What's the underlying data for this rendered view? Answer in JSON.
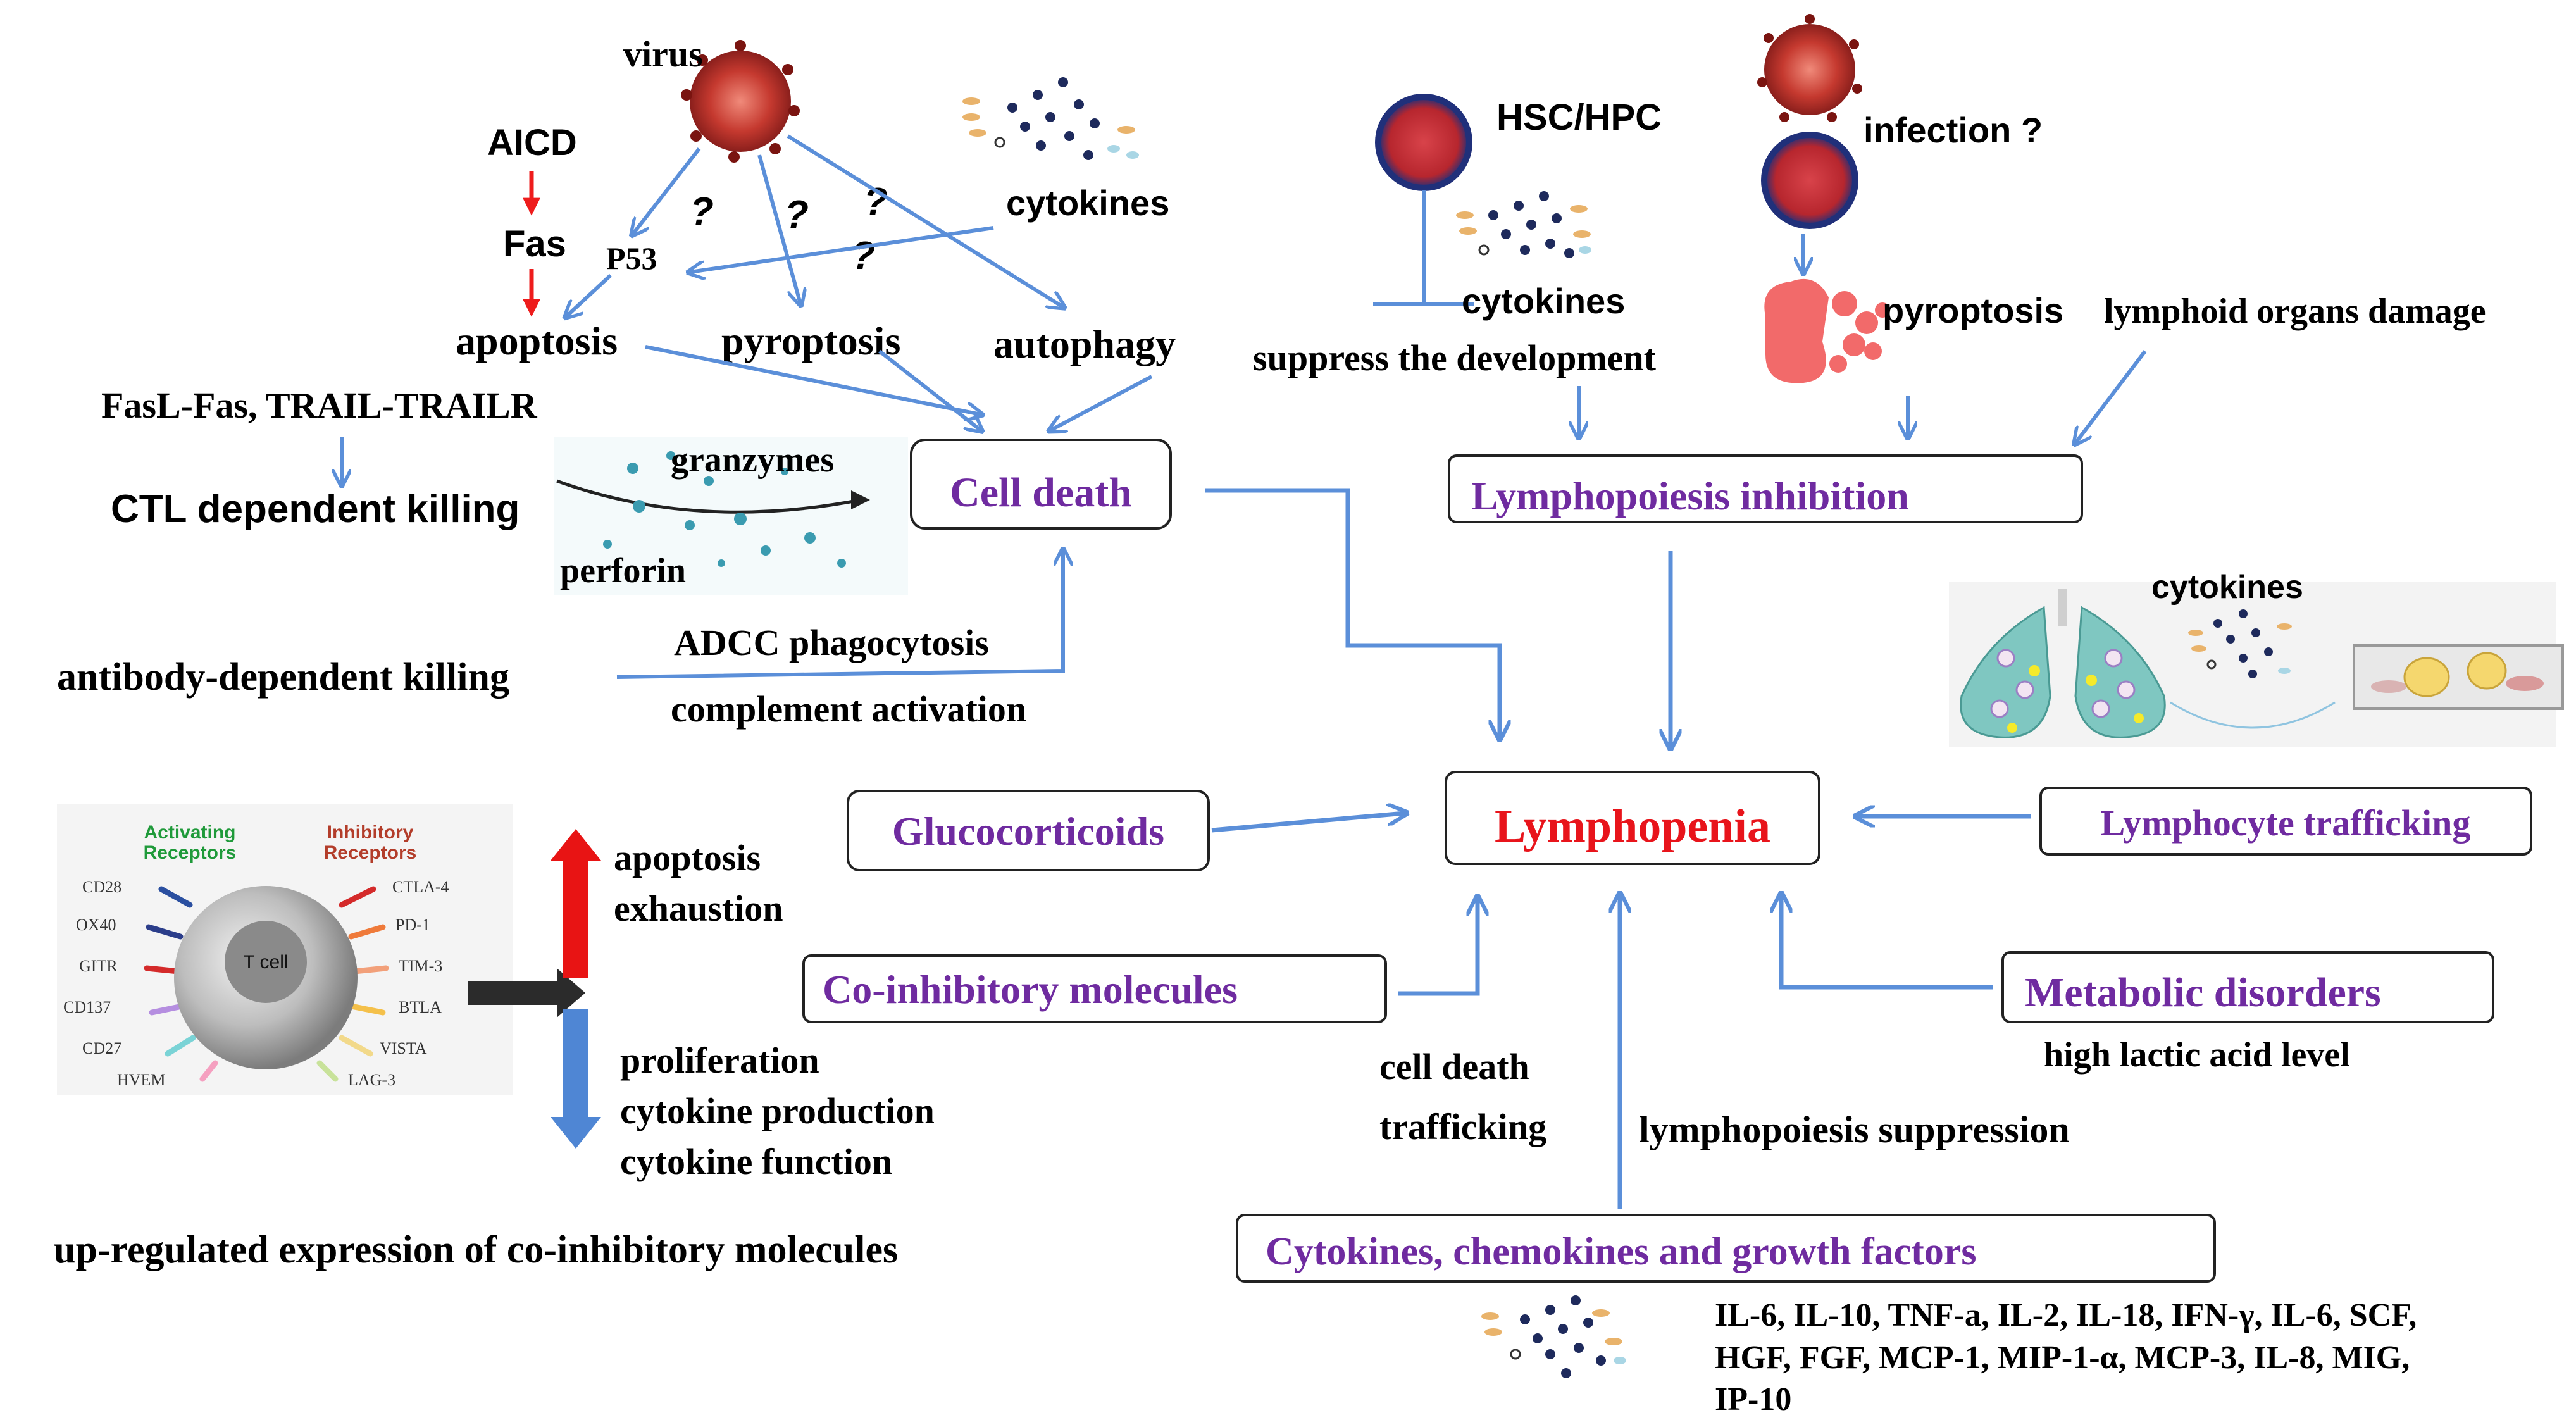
{
  "colors": {
    "arrow": "#5b8fd9",
    "red_arrow": "#ee1c1c",
    "box_purple": "#6f2ba0",
    "lymphopenia_red": "#e8141b",
    "black": "#000000"
  },
  "top_left": {
    "virus": "virus",
    "aicd": "AICD",
    "fas": "Fas",
    "p53": "P53",
    "apoptosis": "apoptosis",
    "pyroptosis": "pyroptosis",
    "autophagy": "autophagy",
    "cytokines": "cytokines",
    "question_marks": [
      "?",
      "?",
      "?",
      "?"
    ],
    "fasl": "FasL-Fas, TRAIL-TRAILR",
    "ctl": "CTL dependent killing",
    "granzymes": "granzymes",
    "perforin": "perforin",
    "cell_death": "Cell death",
    "antibody": "antibody-dependent killing",
    "adcc": "ADCC  phagocytosis",
    "complement": "complement activation"
  },
  "top_right": {
    "hsc": "HSC/HPC",
    "infection": "infection ?",
    "cytokines": "cytokines",
    "suppress": "suppress the development",
    "pyroptosis": "pyroptosis",
    "lymphoid": "lymphoid organs damage",
    "lymphopoiesis_inhibition": "Lymphopoiesis inhibition",
    "cytokines2": "cytokines"
  },
  "center": {
    "lymphopenia": "Lymphopenia",
    "glucocorticoids": "Glucocorticoids",
    "lymphocyte_trafficking": "Lymphocyte trafficking",
    "co_inhibitory": "Co-inhibitory molecules",
    "metabolic": "Metabolic disorders",
    "high_lactic": "high lactic acid level",
    "cell_death": "cell death",
    "trafficking": "trafficking",
    "lymphopoiesis_suppression": "lymphopoiesis suppression",
    "cytokines_box": "Cytokines, chemokines and growth factors",
    "cytokine_list": [
      "IL-6, IL-10, TNF-a, IL-2, IL-18, IFN-γ, IL-6, SCF,",
      "HGF, FGF,  MCP-1, MIP-1-α, MCP-3, IL-8, MIG,",
      "IP-10"
    ]
  },
  "tcell": {
    "activating": [
      "Activating",
      "Receptors"
    ],
    "inhibitory": [
      "Inhibitory",
      "Receptors"
    ],
    "left_receptors": [
      "CD28",
      "OX40",
      "GITR",
      "CD137",
      "CD27",
      "HVEM"
    ],
    "right_receptors": [
      "CTLA-4",
      "PD-1",
      "TIM-3",
      "BTLA",
      "VISTA",
      "LAG-3"
    ],
    "cell_label": "T cell",
    "up_items": [
      "apoptosis",
      "exhaustion"
    ],
    "down_items": [
      "proliferation",
      "cytokine production",
      "cytokine function"
    ],
    "caption": "up-regulated expression of co-inhibitory molecules"
  }
}
